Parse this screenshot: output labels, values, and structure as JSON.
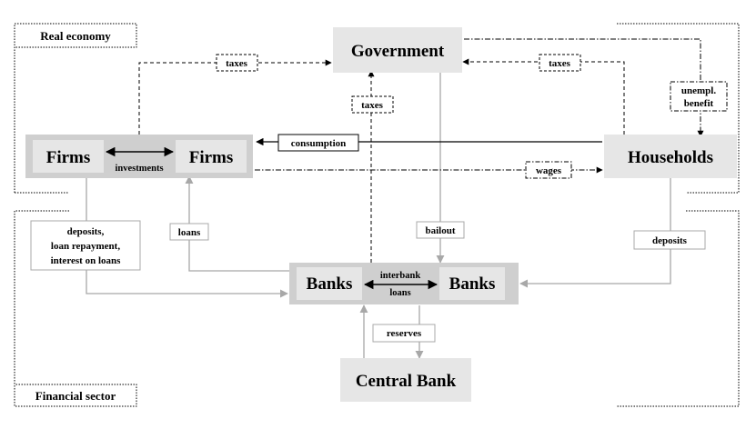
{
  "sections": {
    "real_economy": "Real economy",
    "financial_sector": "Financial sector"
  },
  "nodes": {
    "government": "Government",
    "firms_left": "Firms",
    "firms_right": "Firms",
    "households": "Households",
    "banks_left": "Banks",
    "banks_right": "Banks",
    "central_bank": "Central Bank"
  },
  "edges": {
    "investments": "investments",
    "interbank_loans": [
      "interbank",
      "loans"
    ],
    "taxes_firms": "taxes",
    "taxes_households": "taxes",
    "taxes_banks": "taxes",
    "unemployment_benefit": [
      "unempl.",
      "benefit"
    ],
    "consumption": "consumption",
    "wages": "wages",
    "deposits_firms": [
      "deposits,",
      "loan repayment,",
      "interest on loans"
    ],
    "loans": "loans",
    "bailout": "bailout",
    "deposits_households": "deposits",
    "reserves": "reserves"
  },
  "colors": {
    "node_fill": "#e6e6e6",
    "group_fill": "#cfcfcf",
    "gray_line": "#a8a8a8",
    "dark_line": "#000000"
  }
}
